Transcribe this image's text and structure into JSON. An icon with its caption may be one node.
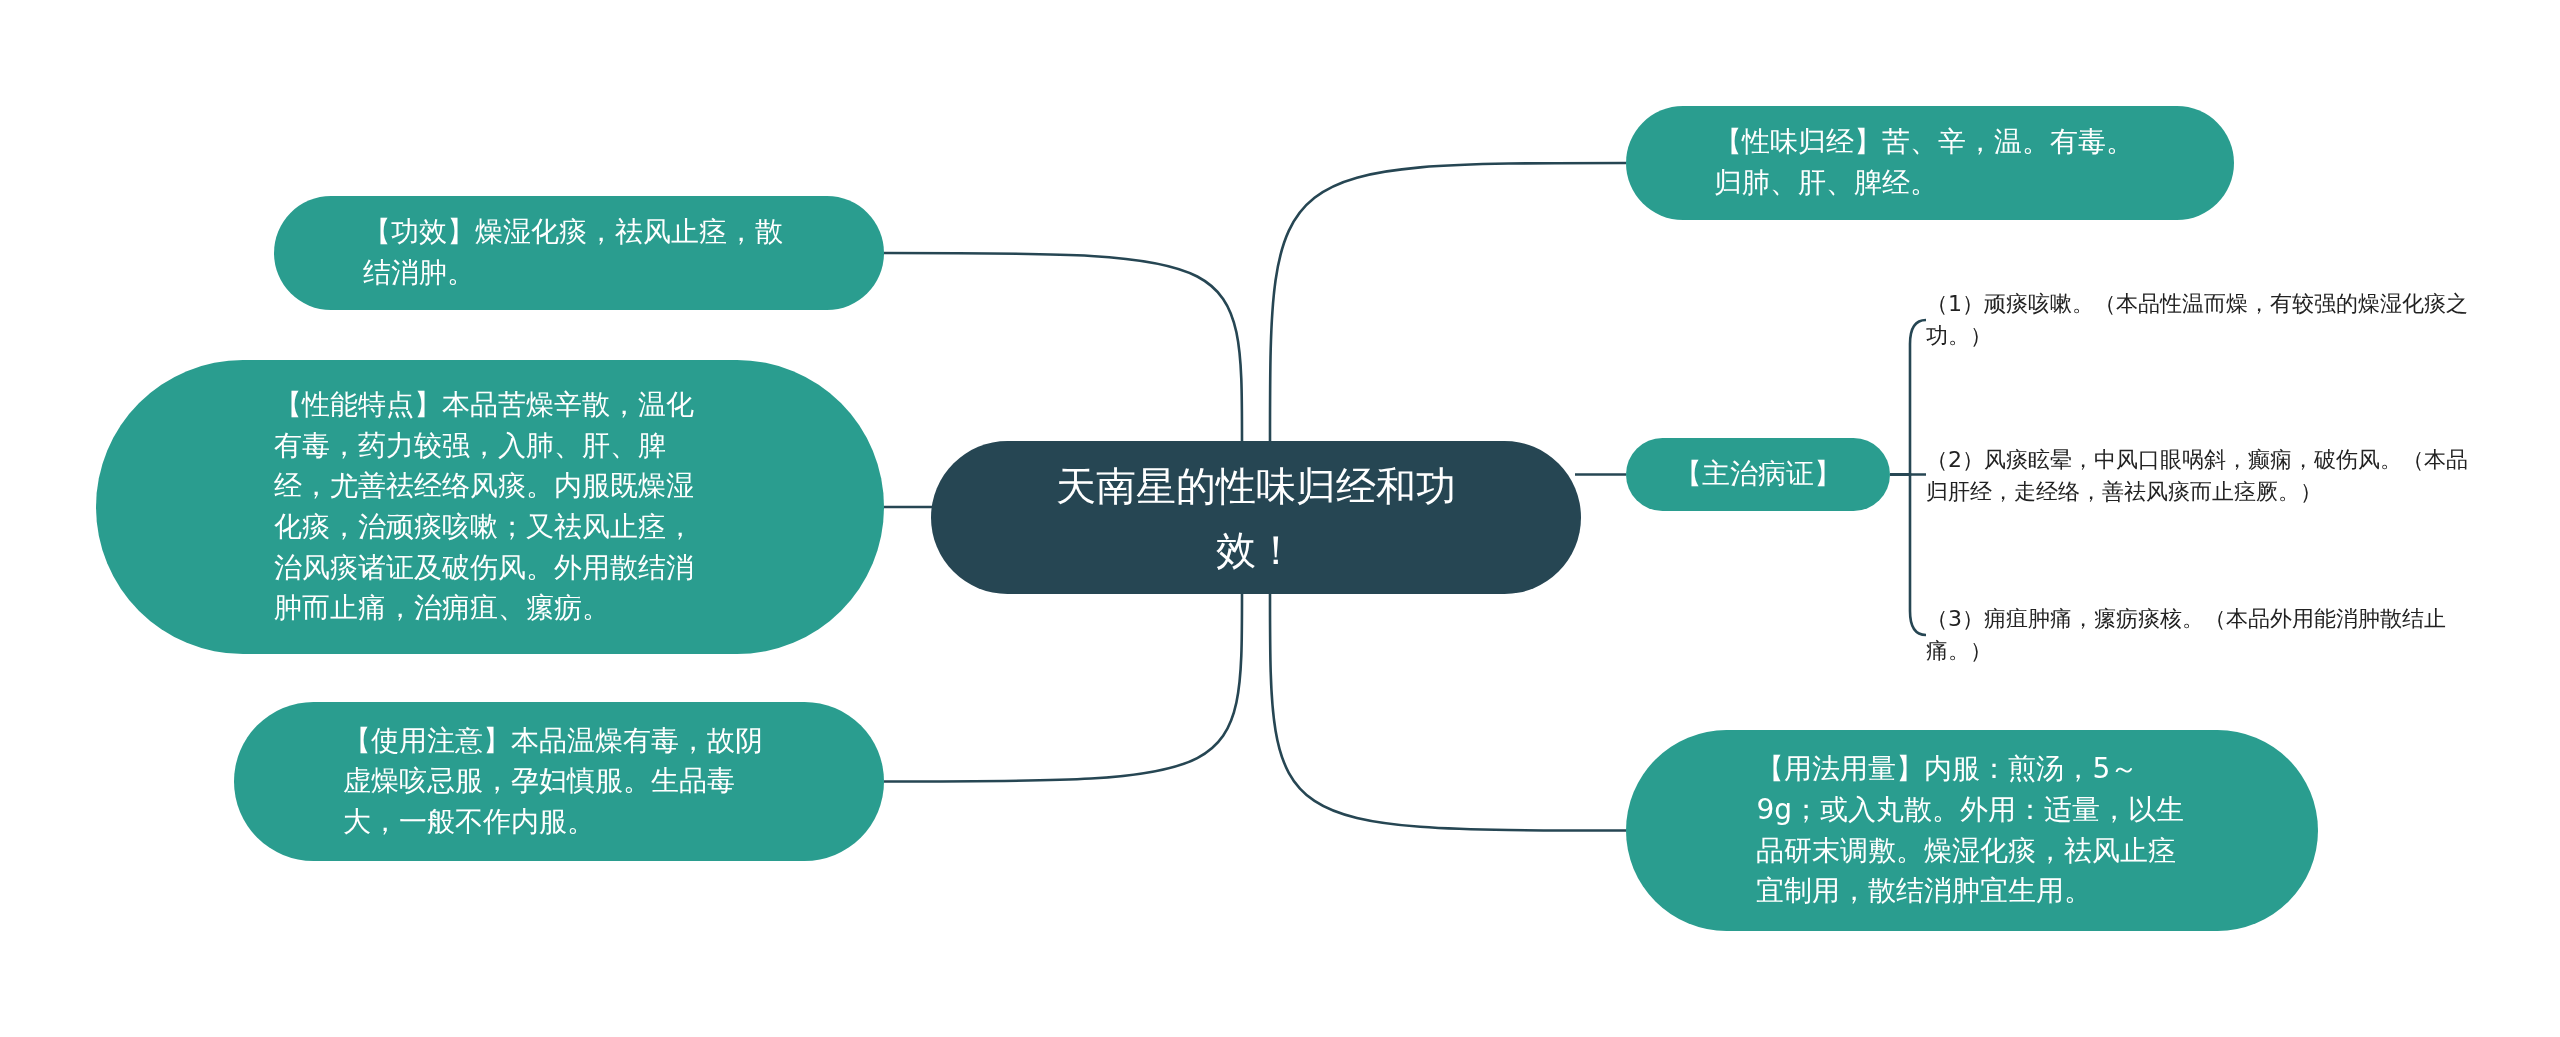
{
  "diagram": {
    "nodes": [
      {
        "text": [
          "天南星的性味归经和功效！"
        ]
      },
      {
        "text": [
          "【功效】燥湿化痰，祛风止痉，散结消肿。"
        ]
      },
      {
        "text": [
          "【性能特点】本品苦燥辛散，温化有毒，药力较强，入肺、肝、脾经，尤善祛经络风痰。内服既燥湿化痰，治顽痰咳嗽；又祛风止痉，治风痰诸证及破伤风。外用散结消肿而止痛，治痈疽、瘰疬。"
        ]
      },
      {
        "text": [
          "【使用注意】本品温燥有毒，故阴虚燥咳忌服，孕妇慎服。生品毒大，一般不作内服。"
        ]
      },
      {
        "text": [
          "【性味归经】苦、辛，温。有毒。归肺、肝、脾经。"
        ]
      },
      {
        "text": [
          "【主治病证】"
        ]
      },
      {
        "text": [
          "（1）顽痰咳嗽。（本品性温而燥，有较强的燥湿化痰之功。）"
        ]
      },
      {
        "text": [
          "（2）风痰眩晕，中风口眼㖞斜，癫痫，破伤风。（本品归肝经，走经络，善祛风痰而止痉厥。）"
        ]
      },
      {
        "text": [
          "（3）痈疽肿痛，瘰疬痰核。（本品外用能消肿散结止痛。）"
        ]
      },
      {
        "text": [
          "【用法用量】内服：煎汤，5～9g；或入丸散。外用：适量，以生品研末调敷。燥湿化痰，祛风止痉宜制用，散结消肿宜生用。"
        ]
      }
    ],
    "edges": [
      {
        "from": 0,
        "to": 1,
        "arrow": "none"
      },
      {
        "from": 0,
        "to": 2,
        "arrow": "none"
      },
      {
        "from": 0,
        "to": 3,
        "arrow": "none"
      },
      {
        "from": 0,
        "to": 4,
        "arrow": "none"
      },
      {
        "from": 0,
        "to": 5,
        "arrow": "none"
      },
      {
        "from": 0,
        "to": 9,
        "arrow": "none"
      },
      {
        "from": 5,
        "to": 6,
        "arrow": "none"
      },
      {
        "from": 5,
        "to": 7,
        "arrow": "none"
      },
      {
        "from": 5,
        "to": 8,
        "arrow": "none"
      }
    ]
  }
}
